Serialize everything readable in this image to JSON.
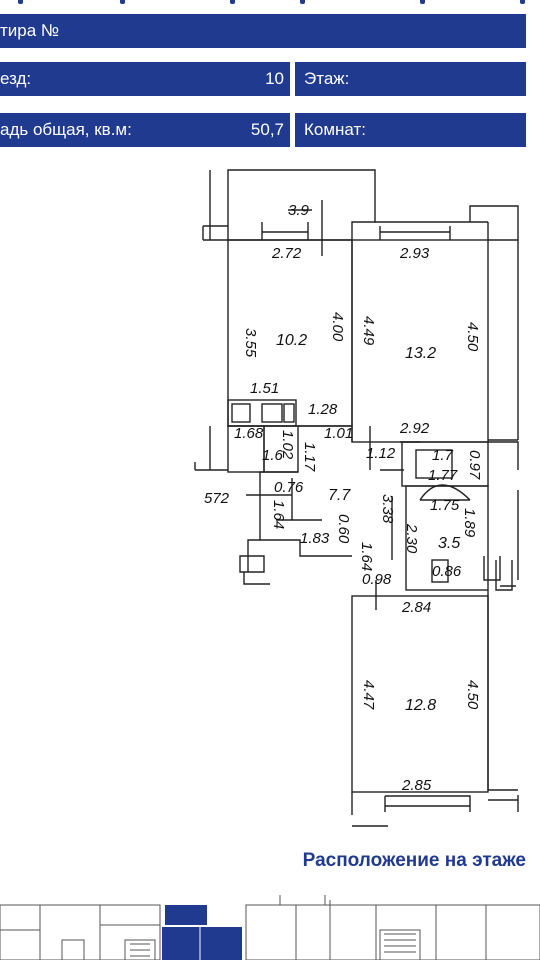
{
  "header": {
    "apartment_label": "тира №",
    "entrance_label": "езд:",
    "entrance_value": "10",
    "floor_label": "Этаж:",
    "area_label": "адь общая, кв.м:",
    "area_value": "50,7",
    "rooms_label": "Комнат:"
  },
  "plan": {
    "balcony": "3.9",
    "kitchen_width": "2.72",
    "kitchen_side": "3.55",
    "kitchen_area": "10.2",
    "kitchen_depth": "4.00",
    "room1_width": "2.93",
    "room1_left": "4.49",
    "room1_area": "13.2",
    "room1_right": "4.50",
    "room1_bottom": "2.92",
    "niche": "1.51",
    "d128": "1.28",
    "d168": "1.68",
    "d102": "1.02",
    "d101": "1.01",
    "d16": "1.6",
    "d117": "1.17",
    "d112": "1.12",
    "d17": "1.7",
    "d177": "1.77",
    "d097": "0.97",
    "d572": "572",
    "d076": "0.76",
    "hall_area": "7.7",
    "d338": "3.38",
    "d175": "1.75",
    "d164a": "1.64",
    "d189": "1.89",
    "d183": "1.83",
    "d060": "0.60",
    "d230": "2.30",
    "bath_area": "3.5",
    "d164b": "1.64",
    "d086": "0.86",
    "d098": "0.98",
    "room2_top": "2.84",
    "room2_left": "4.47",
    "room2_area": "12.8",
    "room2_right": "4.50",
    "room2_bottom": "2.85"
  },
  "floor_section": {
    "title": "Расположение на этаже"
  },
  "colors": {
    "brand": "#1f3a8f",
    "highlight": "#1f3a8f"
  }
}
